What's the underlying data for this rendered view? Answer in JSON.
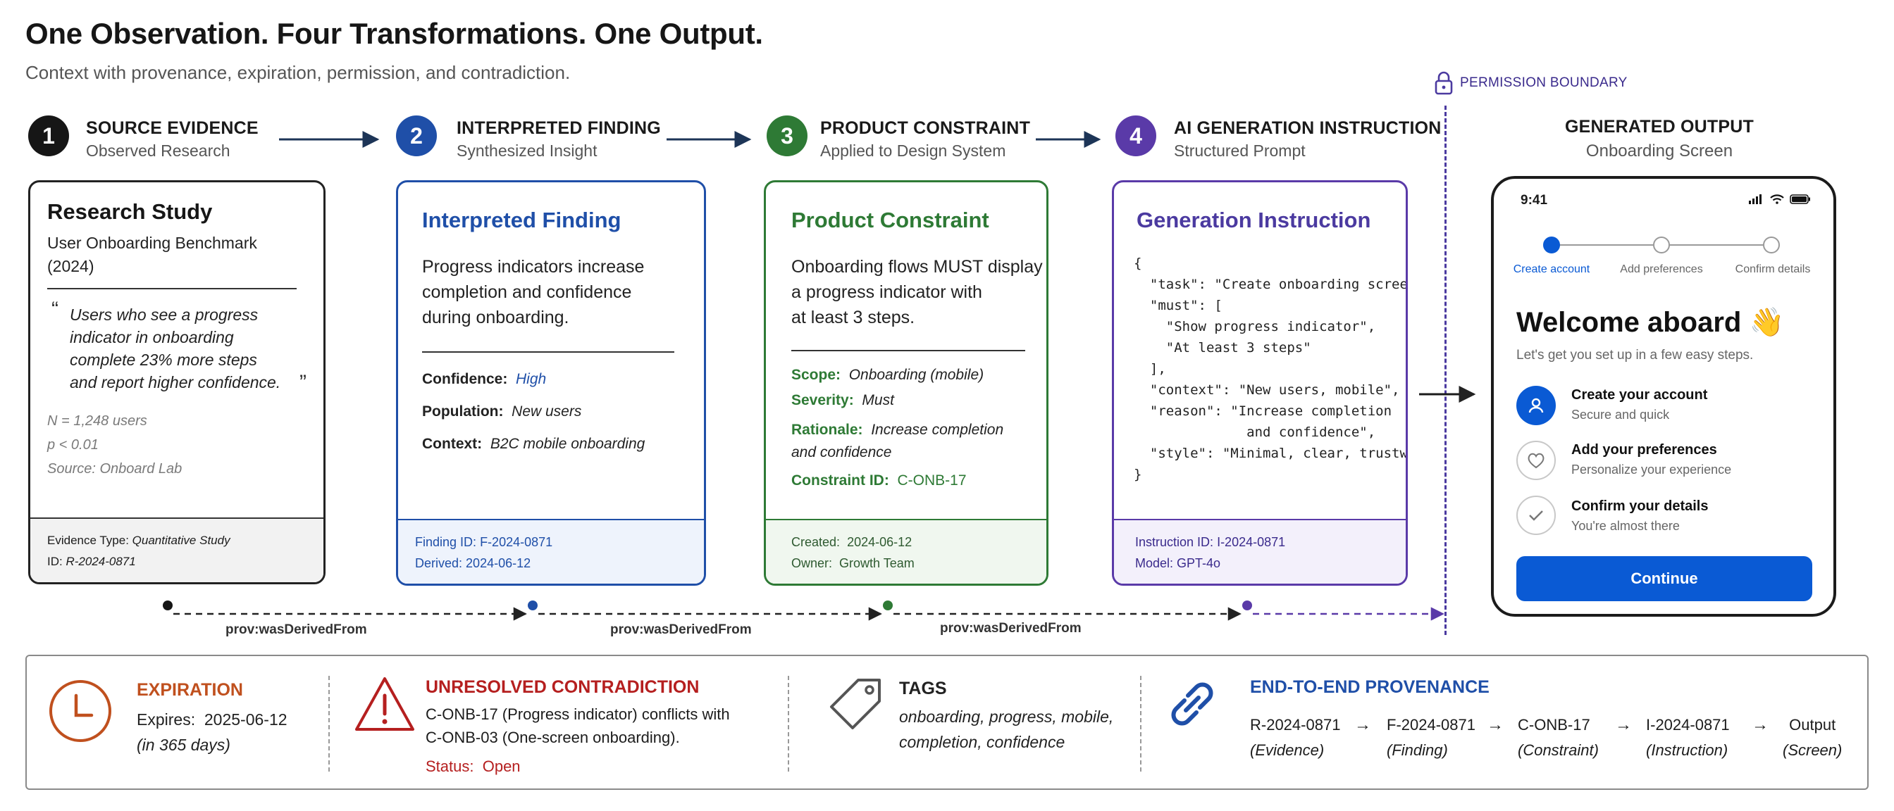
{
  "header": {
    "title": "One Observation. Four Transformations. One Output.",
    "subtitle": "Context with provenance, expiration,  permission, and contradiction."
  },
  "permission_boundary": {
    "label": "PERMISSION BOUNDARY",
    "icon": "lock-icon"
  },
  "steps": [
    {
      "number": "1",
      "title": "SOURCE EVIDENCE",
      "subtitle": "Observed Research",
      "color": "#161616"
    },
    {
      "number": "2",
      "title": "INTERPRETED FINDING",
      "subtitle": "Synthesized Insight",
      "color": "#1f4fa8"
    },
    {
      "number": "3",
      "title": "PRODUCT CONSTRAINT",
      "subtitle": "Applied to Design System",
      "color": "#2e7a35"
    },
    {
      "number": "4",
      "title": "AI GENERATION INSTRUCTION",
      "subtitle": "Structured Prompt",
      "color": "#5a3aa8"
    }
  ],
  "output_header": {
    "title": "GENERATED OUTPUT",
    "subtitle": "Onboarding Screen"
  },
  "cards": {
    "evidence": {
      "title": "Research Study",
      "study_line1": "User Onboarding Benchmark",
      "study_line2": "(2024)",
      "quote": [
        "Users who see a progress",
        "indicator in onboarding",
        "complete 23% more steps",
        "and report higher confidence."
      ],
      "stats": [
        "N = 1,248 users",
        "p < 0.01",
        "Source: Onboard Lab"
      ],
      "foot": {
        "type_label": "Evidence Type:",
        "type_value": "Quantitative Study",
        "id_label": "ID:",
        "id_value": "R-2024-0871"
      }
    },
    "finding": {
      "title": "Interpreted Finding",
      "body": [
        "Progress indicators increase",
        "completion and confidence",
        "during onboarding."
      ],
      "confidence_label": "Confidence:",
      "confidence_value": "High",
      "population_label": "Population:",
      "population_value": "New users",
      "context_label": "Context:",
      "context_value": "B2C mobile onboarding",
      "foot": {
        "id_label": "Finding ID:",
        "id_value": "F-2024-0871",
        "derived_label": "Derived:",
        "derived_value": "2024-06-12"
      },
      "color": "#1f4fa8"
    },
    "constraint": {
      "title": "Product Constraint",
      "body": [
        "Onboarding flows MUST display",
        "a progress indicator with",
        "at least 3 steps."
      ],
      "scope_label": "Scope:",
      "scope_value": "Onboarding (mobile)",
      "severity_label": "Severity:",
      "severity_value": "Must",
      "rationale_label": "Rationale:",
      "rationale_value_1": "Increase completion",
      "rationale_value_2": "and confidence",
      "constraint_id_label": "Constraint ID:",
      "constraint_id_value": "C-ONB-17",
      "foot": {
        "created_label": "Created:",
        "created_value": "2024-06-12",
        "owner_label": "Owner:",
        "owner_value": "Growth Team"
      },
      "color": "#2e7a35"
    },
    "instruction": {
      "title": "Generation Instruction",
      "json_lines": [
        "{",
        "  \"task\": \"Create onboarding screen\",",
        "  \"must\": [",
        "    \"Show progress indicator\",",
        "    \"At least 3 steps\"",
        "  ],",
        "  \"context\": \"New users, mobile\",",
        "  \"reason\": \"Increase completion",
        "              and confidence\",",
        "  \"style\": \"Minimal, clear, trustworthy\"",
        "}"
      ],
      "foot": {
        "id_label": "Instruction ID:",
        "id_value": "I-2024-0871",
        "model_label": "Model:",
        "model_value": "GPT-4o"
      },
      "color": "#5a3aa8"
    }
  },
  "provenance_links": [
    "prov:wasDerivedFrom",
    "prov:wasDerivedFrom",
    "prov:wasDerivedFrom"
  ],
  "phone": {
    "time": "9:41",
    "steps": [
      "Create account",
      "Add preferences",
      "Confirm details"
    ],
    "active_step": 1,
    "heading": "Welcome aboard",
    "wave": "👋",
    "intro": "Let's get you set up in a few easy steps.",
    "items": [
      {
        "title": "Create your account",
        "subtitle": "Secure and quick",
        "icon": "user-icon"
      },
      {
        "title": "Add your preferences",
        "subtitle": "Personalize your experience",
        "icon": "heart-icon"
      },
      {
        "title": "Confirm your details",
        "subtitle": "You're almost there",
        "icon": "check-icon"
      }
    ],
    "cta": "Continue",
    "accent": "#0a5ad4"
  },
  "bottom": {
    "expiration": {
      "title": "EXPIRATION",
      "line1_label": "Expires:",
      "line1_value": "2025-06-12",
      "line2": "(in 365 days)",
      "color": "#c0501e"
    },
    "contradiction": {
      "title": "UNRESOLVED CONTRADICTION",
      "line1": "C-ONB-17 (Progress indicator) conflicts with",
      "line2": "C-ONB-03 (One-screen onboarding).",
      "status_label": "Status:",
      "status_value": "Open",
      "color": "#b51f1f"
    },
    "tags": {
      "title": "TAGS",
      "line1": "onboarding, progress, mobile,",
      "line2": "completion, confidence"
    },
    "provenance": {
      "title": "END-TO-END PROVENANCE",
      "chain": [
        {
          "id": "R-2024-0871",
          "kind": "(Evidence)"
        },
        {
          "id": "F-2024-0871",
          "kind": "(Finding)"
        },
        {
          "id": "C-ONB-17",
          "kind": "(Constraint)"
        },
        {
          "id": "I-2024-0871",
          "kind": "(Instruction)"
        },
        {
          "id": "Output",
          "kind": "(Screen)"
        }
      ],
      "color": "#1f4fa8"
    }
  }
}
